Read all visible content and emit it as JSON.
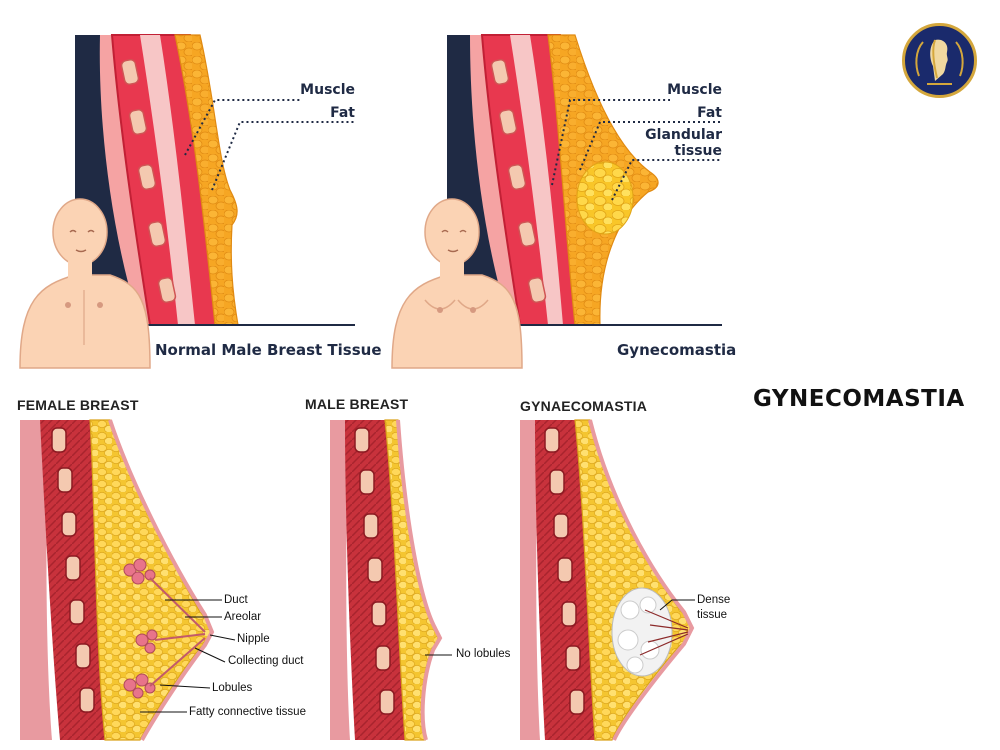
{
  "title": "GYNECOMASTIA",
  "logo": {
    "icon": "hair-profile-logo"
  },
  "top_diagrams": [
    {
      "caption": "Normal Male Breast Tissue",
      "labels": [
        "Muscle",
        "Fat"
      ]
    },
    {
      "caption": "Gynecomastia",
      "labels": [
        "Muscle",
        "Fat",
        "Glandular",
        "tissue"
      ]
    }
  ],
  "bottom_diagrams": [
    {
      "heading": "FEMALE BREAST",
      "labels": [
        "Duct",
        "Areolar",
        "Nipple",
        "Collecting duct",
        "Lobules",
        "Fatty connective tissue"
      ]
    },
    {
      "heading": "MALE BREAST",
      "labels": [
        "No lobules"
      ]
    },
    {
      "heading": "GYNAECOMASTIA",
      "labels": [
        "Dense",
        "tissue"
      ]
    }
  ],
  "colors": {
    "navy": "#1f2a44",
    "muscle": "#e8384f",
    "fat": "#f6a623",
    "fat_light": "#ffd35c",
    "skin": "#fbd3b4",
    "gold": "#d4a73c"
  }
}
